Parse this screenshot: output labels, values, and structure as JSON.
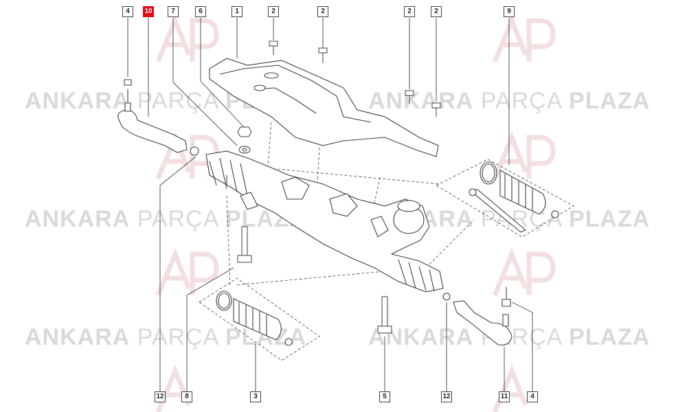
{
  "watermark": {
    "word_a": "ANKARA",
    "word_b": "PARÇA",
    "word_c": "PLAZA",
    "logo_text": "AP"
  },
  "callouts": {
    "c4_top": "4",
    "c10_top": "10",
    "c7_top": "7",
    "c6_top": "6",
    "c1_top": "1",
    "c2_a": "2",
    "c2_b": "2",
    "c2_c": "2",
    "c2_d": "2",
    "c9_top": "9",
    "c12_left": "12",
    "c8_bottom": "8",
    "c3_bottom": "3",
    "c5_bottom": "5",
    "c12_right": "12",
    "c11_bottom": "11",
    "c4_bottom": "4"
  },
  "colors": {
    "line": "#3a3f45",
    "highlight": "#e30613",
    "watermark": "#d9d9d9"
  }
}
